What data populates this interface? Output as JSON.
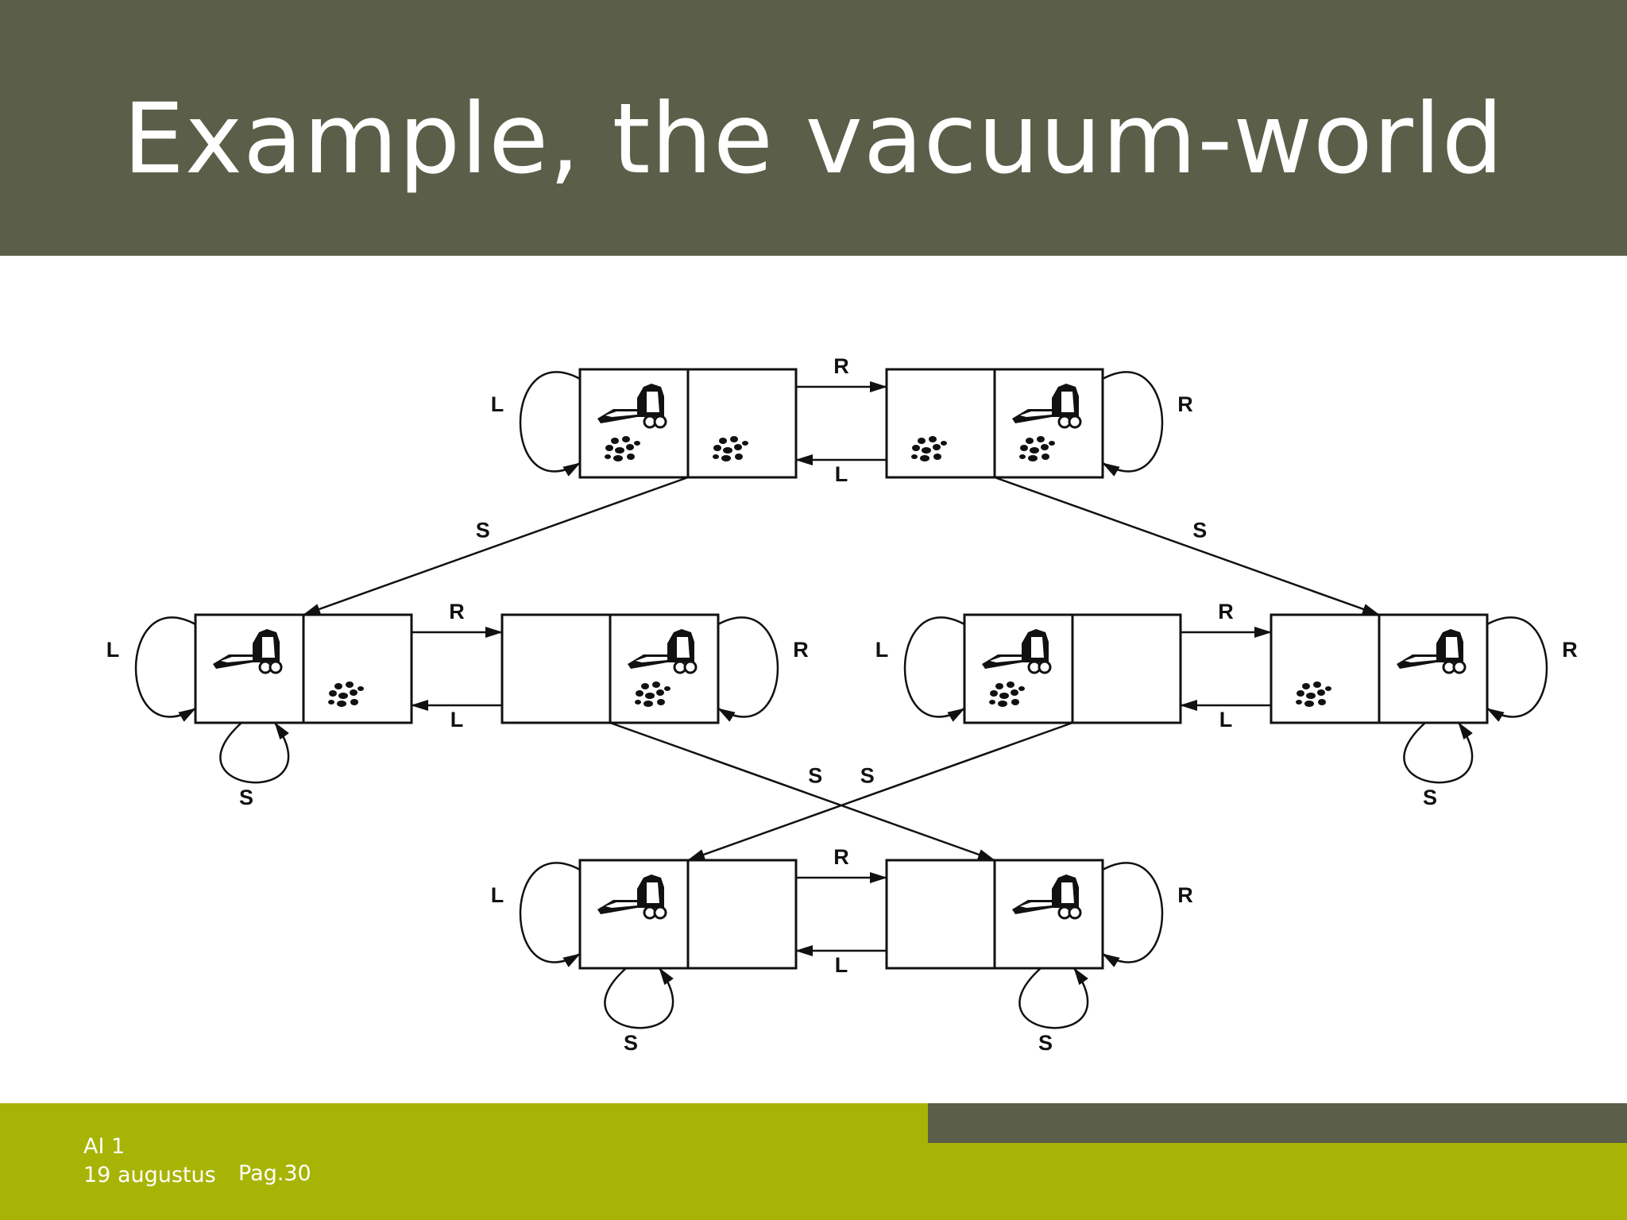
{
  "slide": {
    "title": "Example, the vacuum-world"
  },
  "diagram": {
    "action_labels": {
      "left": "L",
      "right": "R",
      "suck": "S"
    },
    "states": [
      {
        "id": "s1",
        "vacuum": "left",
        "dirt": [
          "left",
          "right"
        ]
      },
      {
        "id": "s2",
        "vacuum": "right",
        "dirt": [
          "left",
          "right"
        ]
      },
      {
        "id": "s3",
        "vacuum": "left",
        "dirt": [
          "right"
        ]
      },
      {
        "id": "s4",
        "vacuum": "right",
        "dirt": [
          "right"
        ]
      },
      {
        "id": "s5",
        "vacuum": "left",
        "dirt": [
          "left"
        ]
      },
      {
        "id": "s6",
        "vacuum": "right",
        "dirt": [
          "left"
        ]
      },
      {
        "id": "s7",
        "vacuum": "left",
        "dirt": []
      },
      {
        "id": "s8",
        "vacuum": "right",
        "dirt": []
      }
    ],
    "transitions": [
      {
        "from": "s1",
        "to": "s2",
        "action": "R"
      },
      {
        "from": "s2",
        "to": "s1",
        "action": "L"
      },
      {
        "from": "s1",
        "to": "s1",
        "action": "L"
      },
      {
        "from": "s2",
        "to": "s2",
        "action": "R"
      },
      {
        "from": "s1",
        "to": "s3",
        "action": "S"
      },
      {
        "from": "s2",
        "to": "s6",
        "action": "S"
      },
      {
        "from": "s3",
        "to": "s4",
        "action": "R"
      },
      {
        "from": "s4",
        "to": "s3",
        "action": "L"
      },
      {
        "from": "s3",
        "to": "s3",
        "action": "L"
      },
      {
        "from": "s4",
        "to": "s4",
        "action": "R"
      },
      {
        "from": "s3",
        "to": "s3",
        "action": "S"
      },
      {
        "from": "s4",
        "to": "s8",
        "action": "S"
      },
      {
        "from": "s5",
        "to": "s6",
        "action": "R"
      },
      {
        "from": "s6",
        "to": "s5",
        "action": "L"
      },
      {
        "from": "s5",
        "to": "s5",
        "action": "L"
      },
      {
        "from": "s6",
        "to": "s6",
        "action": "R"
      },
      {
        "from": "s5",
        "to": "s7",
        "action": "S"
      },
      {
        "from": "s6",
        "to": "s6",
        "action": "S"
      },
      {
        "from": "s7",
        "to": "s8",
        "action": "R"
      },
      {
        "from": "s8",
        "to": "s7",
        "action": "L"
      },
      {
        "from": "s7",
        "to": "s7",
        "action": "L"
      },
      {
        "from": "s8",
        "to": "s8",
        "action": "R"
      },
      {
        "from": "s7",
        "to": "s7",
        "action": "S"
      },
      {
        "from": "s8",
        "to": "s8",
        "action": "S"
      }
    ]
  },
  "footer": {
    "course": "AI 1",
    "date": "19 augustus",
    "page": "Pag.30"
  },
  "colors": {
    "header": "#5b5f49",
    "footer_bar": "#a8b405",
    "footer_accent": "#5b5f49",
    "title_text": "#ffffff"
  }
}
